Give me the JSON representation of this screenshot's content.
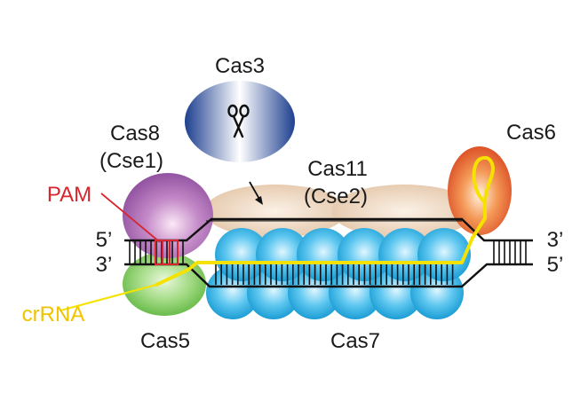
{
  "labels": {
    "cas3": "Cas3",
    "cas8": "Cas8",
    "cse1": "(Cse1)",
    "cas11": "Cas11",
    "cse2": "(Cse2)",
    "cas6": "Cas6",
    "pam": "PAM",
    "crrna": "crRNA",
    "cas5": "Cas5",
    "cas7": "Cas7",
    "left_top_end": "5’",
    "left_bottom_end": "3’",
    "right_top_end": "3’",
    "right_bottom_end": "5’"
  },
  "colors": {
    "cas3_edge": "#1d3f8f",
    "cas3_center": "#ffffff",
    "cas8": "#a05aa8",
    "cas11": "#e9cfb6",
    "cas6": "#e2542a",
    "cas5": "#7cc85a",
    "cas7": "#1aa6dd",
    "crrna": "#f6e200",
    "pam": "#d8262e",
    "dna": "#111111"
  },
  "icons": {
    "cas3_symbol": "scissors-icon"
  }
}
